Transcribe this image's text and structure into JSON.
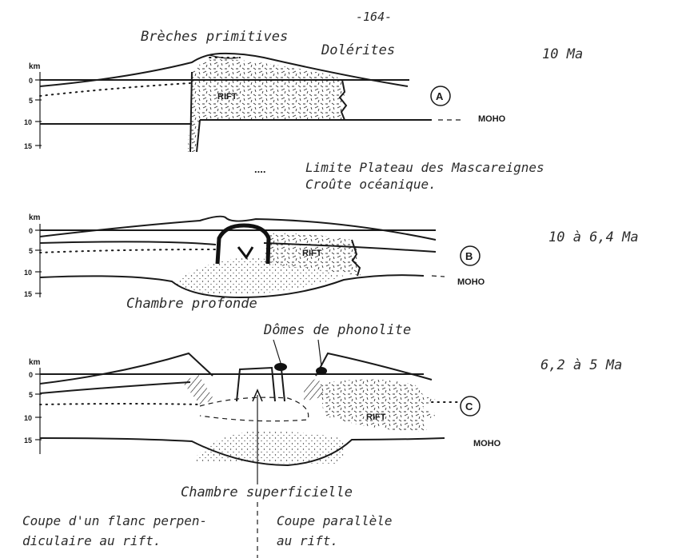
{
  "page_number": "-164-",
  "panels": [
    {
      "id": "A",
      "badge": "A",
      "age": "10 Ma",
      "units": "km",
      "ticks": [
        "0",
        "5",
        "10",
        "15"
      ],
      "rift_label": "RIFT",
      "moho_label": "MOHO",
      "top_labels": [
        "Brèches primitives",
        "Dolérites"
      ]
    },
    {
      "id": "B",
      "badge": "B",
      "age": "10 à 6,4 Ma",
      "units": "km",
      "ticks": [
        "0",
        "5",
        "10",
        "15"
      ],
      "rift_label": "RIFT",
      "moho_label": "MOHO",
      "chamber_label": "Chambre profonde"
    },
    {
      "id": "C",
      "badge": "C",
      "age": "6,2 à 5 Ma",
      "units": "km",
      "ticks": [
        "0",
        "5",
        "10",
        "15"
      ],
      "rift_label": "RIFT",
      "moho_label": "MOHO",
      "top_label": "Dômes de phonolite",
      "chamber_label": "Chambre superficielle"
    }
  ],
  "legend": {
    "symbol": "....",
    "line1": "Limite Plateau des Mascareignes",
    "line2": "Croûte océanique."
  },
  "bottom_left": [
    "Coupe d'un flanc perpen-",
    "diculaire au rift."
  ],
  "bottom_right": [
    "Coupe parallèle",
    "au rift."
  ]
}
